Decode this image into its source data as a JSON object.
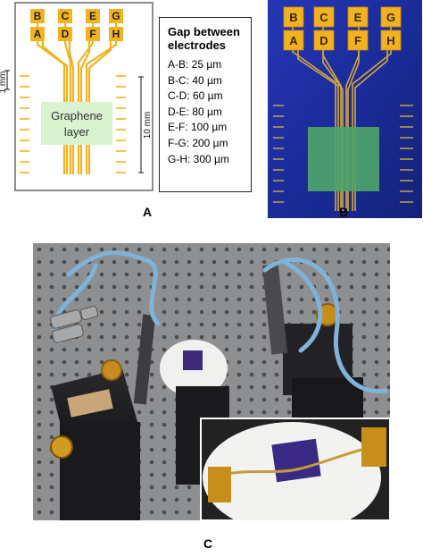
{
  "panels": {
    "a": "A",
    "b": "B",
    "c": "C"
  },
  "schematic": {
    "pads_top": [
      "B",
      "C",
      "E",
      "G"
    ],
    "pads_bottom": [
      "A",
      "D",
      "F",
      "H"
    ],
    "graphene_label_line1": "Graphene",
    "graphene_label_line2": "layer",
    "scale_small": "1 mm",
    "scale_large": "10 mm"
  },
  "gap_table": {
    "title_line1": "Gap between",
    "title_line2": "electrodes",
    "rows": [
      "A-B: 25 µm",
      "B-C: 40 µm",
      "C-D: 60 µm",
      "D-E: 80 µm",
      "E-F: 100 µm",
      "F-G: 200 µm",
      "G-H: 300 µm"
    ]
  },
  "photo_b": {
    "pads_top": [
      "B",
      "C",
      "E",
      "G"
    ],
    "pads_bottom": [
      "A",
      "D",
      "F",
      "H"
    ]
  },
  "colors": {
    "pad_gold": "#f3b21f",
    "graphene_green": "#d9f2d0",
    "substrate_blue": "#1c2fa0",
    "graphene_photo": "#4fa36a"
  }
}
